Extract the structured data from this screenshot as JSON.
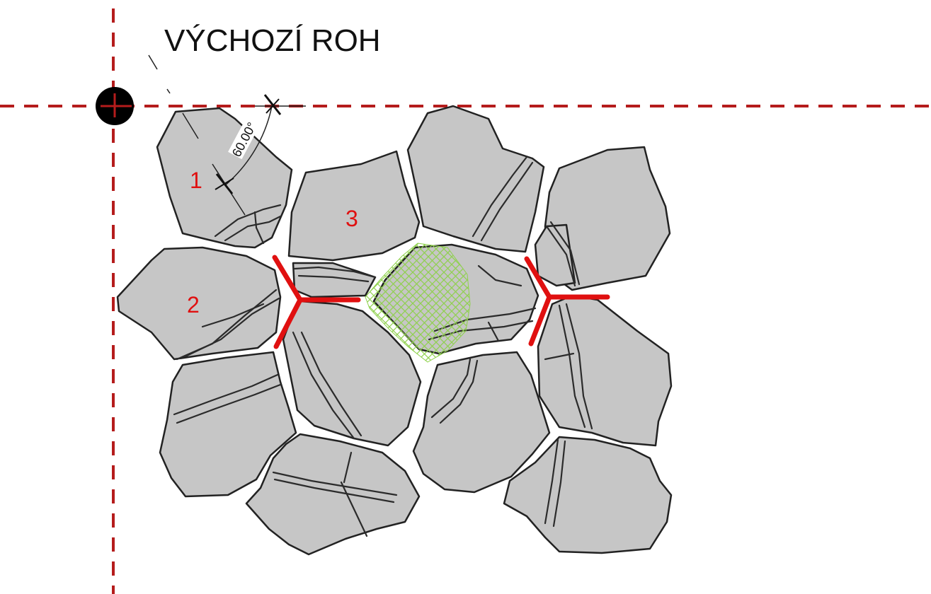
{
  "title": "VÝCHOZÍ ROH",
  "angle_label": "60.00°",
  "stone_labels": [
    "1",
    "2",
    "3"
  ],
  "colors": {
    "guide_line": "#b51c1c",
    "joint_mark": "#e01010",
    "stone_fill": "#c6c6c6",
    "stone_outline": "#222222",
    "fill_hatch": "#8ed14b",
    "corner_dot": "#000000",
    "label_color": "#e01010"
  }
}
